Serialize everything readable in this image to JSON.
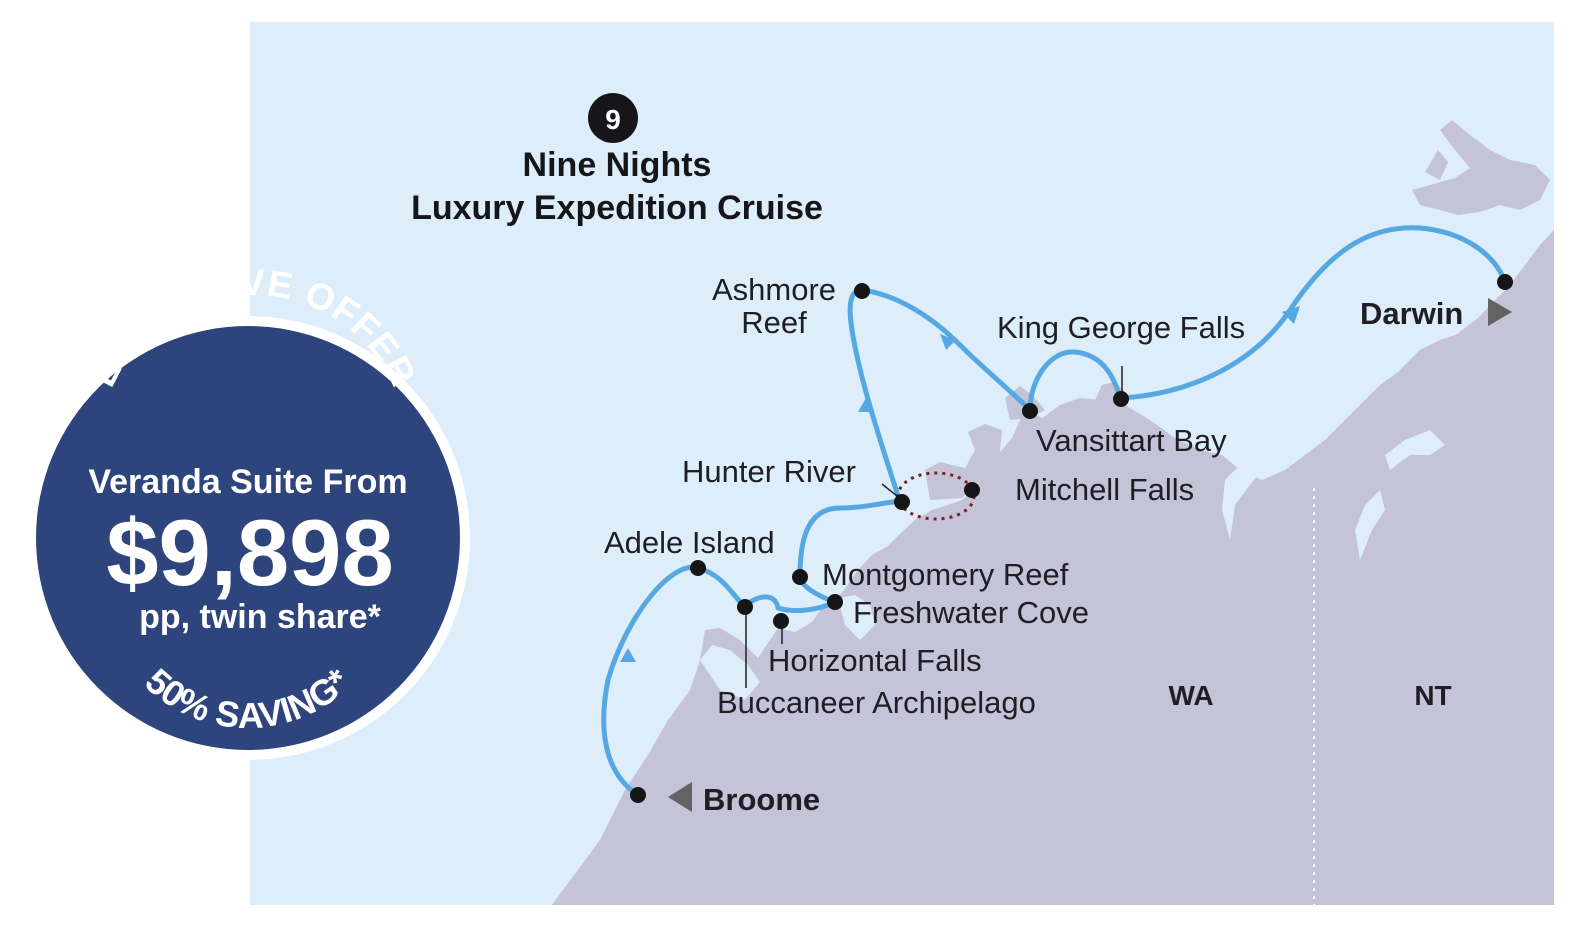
{
  "map": {
    "colors": {
      "sea": "#ddeefa",
      "land": "#c4c3d8",
      "route": "#56a8e2",
      "marker": "#151515",
      "dotted_loop": "#7a1f2a",
      "badge": "#2d447c",
      "border": "#ffffff"
    },
    "cruise": {
      "nights_icon": "9",
      "title_line1": "Nine Nights",
      "title_line2": "Luxury Expedition Cruise"
    },
    "states": {
      "wa": "WA",
      "nt": "NT"
    },
    "ports": {
      "start": "Broome",
      "end": "Darwin"
    },
    "stops": {
      "ashmore_line1": "Ashmore",
      "ashmore_line2": "Reef",
      "king_george_falls": "King George Falls",
      "vansittart_bay": "Vansittart Bay",
      "hunter_river": "Hunter River",
      "mitchell_falls": "Mitchell Falls",
      "adele_island": "Adele Island",
      "montgomery_reef": "Montgomery Reef",
      "freshwater_cove": "Freshwater Cove",
      "horizontal_falls": "Horizontal Falls",
      "buccaneer_archipelago": "Buccaneer Archipelago"
    }
  },
  "offer": {
    "headline": "EXCLUSIVE OFFER",
    "suite": "Veranda Suite From",
    "price": "$9,898",
    "basis": "pp, twin share*",
    "saving": "50% SAVING*"
  }
}
